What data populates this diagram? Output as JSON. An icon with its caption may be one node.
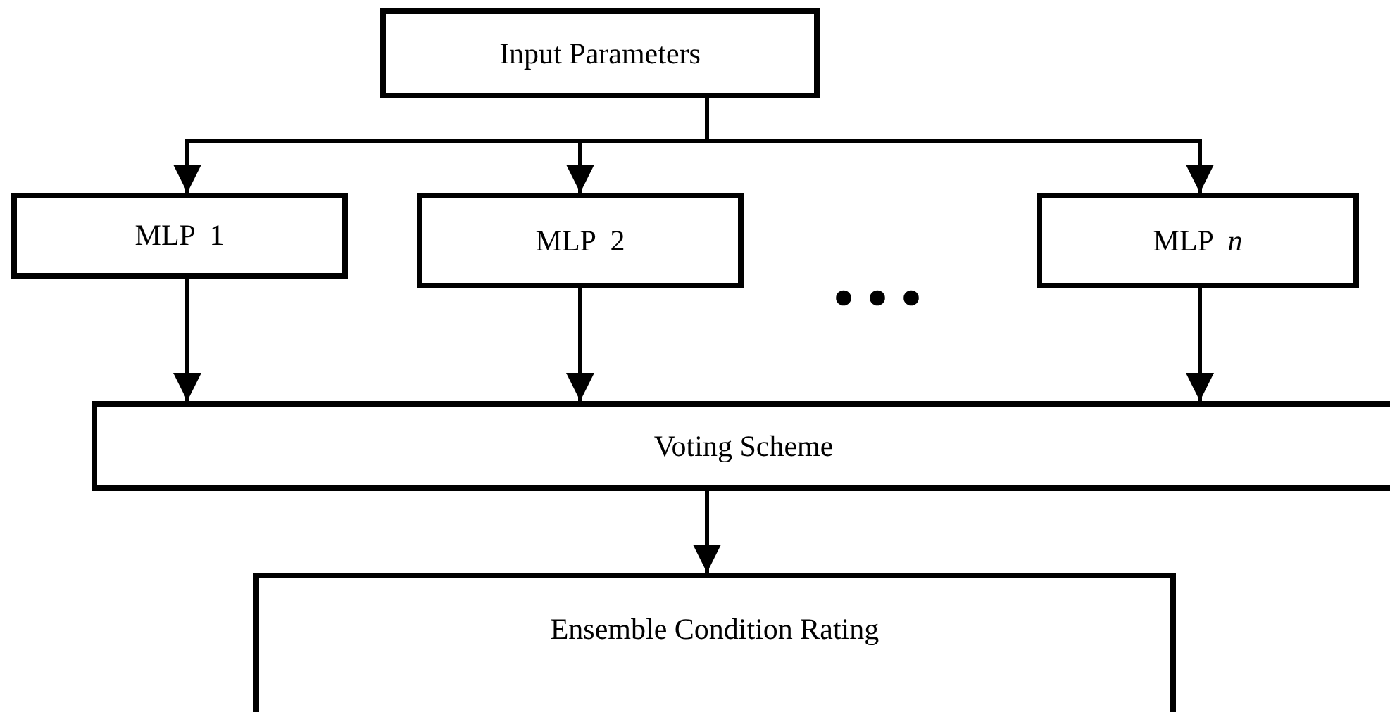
{
  "diagram": {
    "nodes": [
      {
        "text": [
          "Input Parameters"
        ]
      },
      {
        "text": [
          "MLP  1"
        ]
      },
      {
        "text": [
          "MLP  2"
        ]
      },
      {
        "text": [
          "MLP  *n*"
        ]
      },
      {
        "text": [
          "Voting Scheme"
        ]
      },
      {
        "text": [
          "Ensemble Condition Rating"
        ]
      }
    ],
    "edges": [
      {
        "from": 0,
        "to": 1,
        "arrow": "to"
      },
      {
        "from": 0,
        "to": 2,
        "arrow": "to"
      },
      {
        "from": 0,
        "to": 3,
        "arrow": "to"
      },
      {
        "from": 1,
        "to": 4,
        "arrow": "to"
      },
      {
        "from": 2,
        "to": 4,
        "arrow": "to"
      },
      {
        "from": 3,
        "to": 4,
        "arrow": "to"
      },
      {
        "from": 4,
        "to": 5,
        "arrow": "to"
      }
    ],
    "labels": [
      "• • •"
    ]
  }
}
